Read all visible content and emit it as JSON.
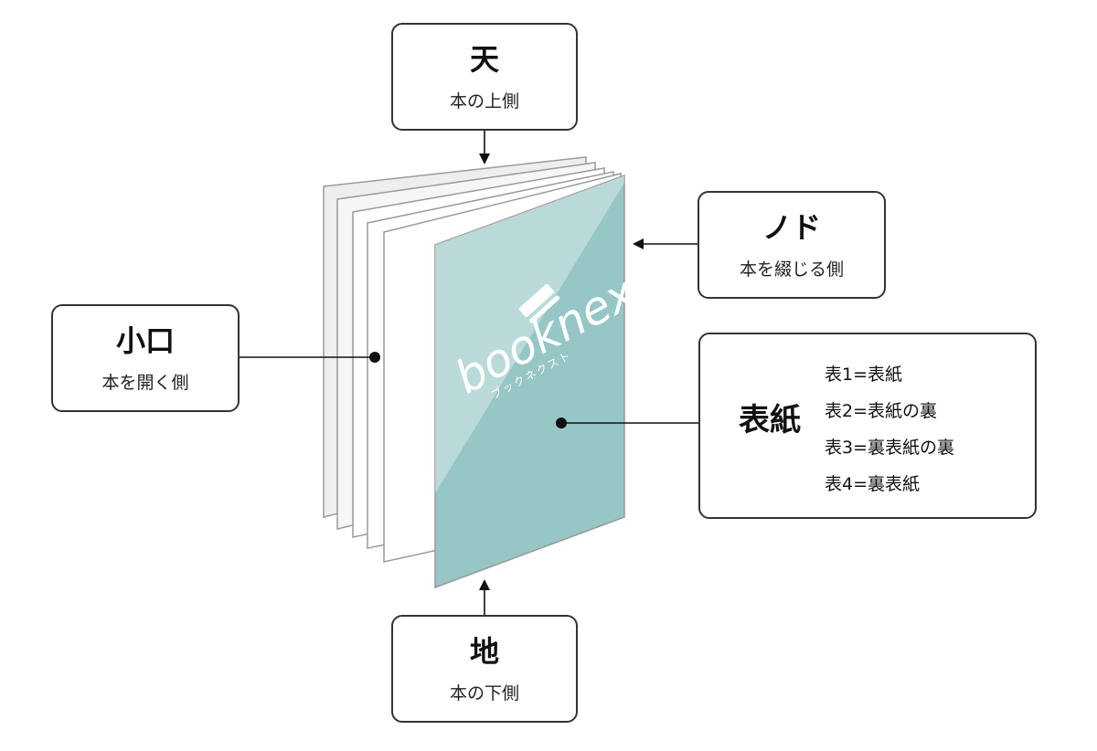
{
  "top": {
    "title": "天",
    "subtitle": "本の上側"
  },
  "spine": {
    "title": "ノド",
    "subtitle": "本を綴じる側"
  },
  "fore_edge": {
    "title": "小口",
    "subtitle": "本を開く側"
  },
  "cover": {
    "title": "表紙",
    "items": [
      "表1=表紙",
      "表2=表紙の裏",
      "表3=裏表紙の裏",
      "表4=裏表紙"
    ]
  },
  "bottom": {
    "title": "地",
    "subtitle": "本の下側"
  },
  "book": {
    "logo_text": "booknext",
    "logo_kana": "ブックネクスト",
    "cover_color": "#96c6c5",
    "page_color": "#f4f4f4"
  }
}
